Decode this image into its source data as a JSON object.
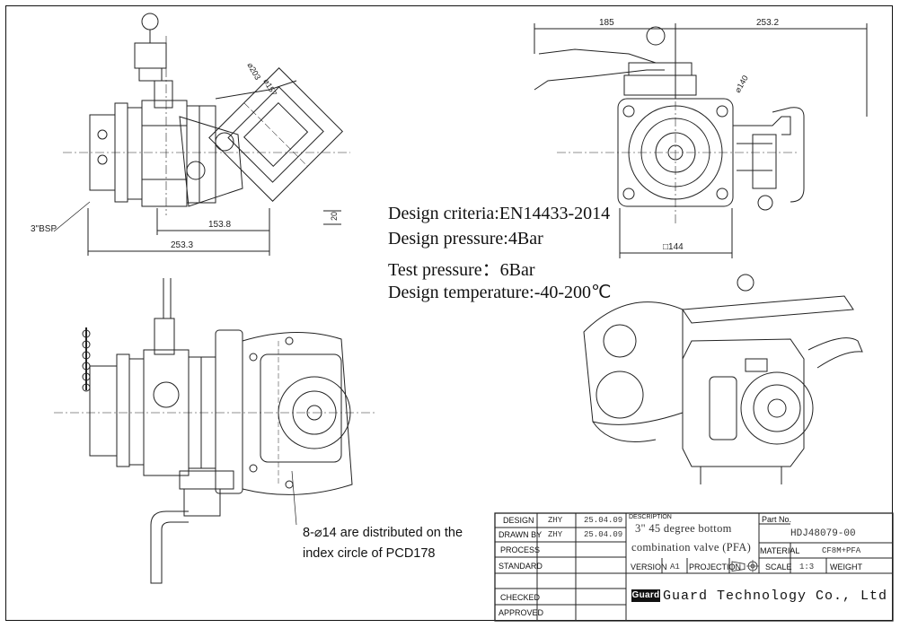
{
  "specs": {
    "criteria": "Design criteria:EN14433-2014",
    "pressure": "Design pressure:4Bar",
    "test_pressure": "Test pressure：6Bar",
    "temperature": "Design temperature:-40-200℃"
  },
  "note": {
    "line1": "8-⌀14 are distributed on the",
    "line2": "index circle of PCD178"
  },
  "dimensions": {
    "d185": "185",
    "d253_2": "253.2",
    "d153_8": "153.8",
    "d253_3": "253.3",
    "d203": "⌀203",
    "d157": "⌀157",
    "d140": "⌀140",
    "d144": "□144",
    "d20": "20",
    "bsp": "3\"BSP"
  },
  "title_block": {
    "design_label": "DESIGN",
    "design_name": "ZHY",
    "design_date": "25.04.09",
    "drawn_label": "DRAWN BY",
    "drawn_name": "ZHY",
    "drawn_date": "25.04.09",
    "process_label": "PROCESS",
    "standard_label": "STANDARD",
    "checked_label": "CHECKED",
    "approved_label": "APPROVED",
    "description_label": "DESCRIPTION",
    "description_line1": "3\" 45 degree bottom",
    "description_line2": "combination valve (PFA)",
    "part_no_label": "Part No.",
    "part_no": "HDJ48079-00",
    "material_label": "MATERIAL",
    "material": "CF8M+PFA",
    "version_label": "VERSION",
    "version": "A1",
    "projection_label": "PROJECTION",
    "scale_label": "SCALE",
    "scale": "1:3",
    "weight_label": "WEIGHT",
    "logo_text": "Guard",
    "company": "Guard Technology Co., Ltd"
  }
}
